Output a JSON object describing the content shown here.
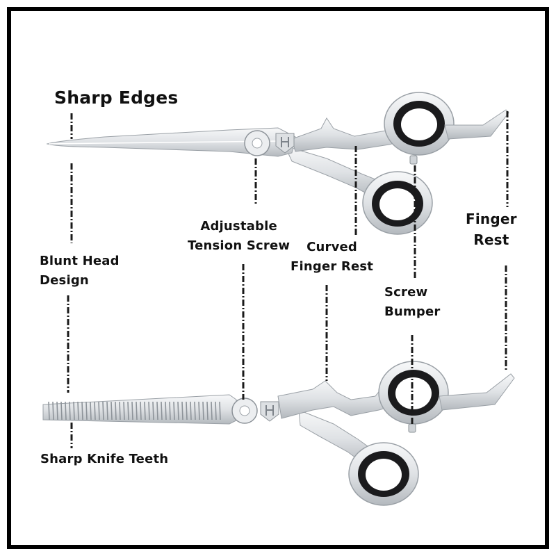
{
  "labels": {
    "sharp_edges": "Sharp Edges",
    "adjustable_tension_screw": [
      "Adjustable",
      "Tension Screw"
    ],
    "curved_finger_rest": [
      "Curved",
      "Finger Rest"
    ],
    "finger_rest": [
      "Finger",
      "Rest"
    ],
    "blunt_head_design": [
      "Blunt Head",
      "Design"
    ],
    "screw_bumper": [
      "Screw",
      "Bumper"
    ],
    "sharp_knife_teeth": "Sharp Knife Teeth"
  },
  "colors": {
    "frame": "#000000",
    "steel": "#e3e6e9",
    "steel_shadow": "#a9aeb3",
    "ring_insert": "#1b1b1d",
    "text": "#111111"
  }
}
